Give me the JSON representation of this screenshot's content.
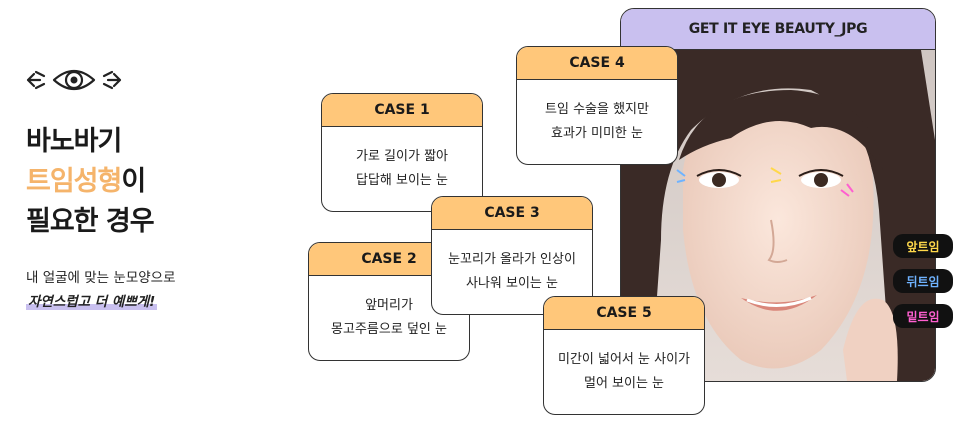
{
  "headline": {
    "line1": "바노바기",
    "line2_accent": "트임성형",
    "line2_rest": "이",
    "line3": "필요한 경우"
  },
  "subtext": {
    "line1": "내 얼굴에 맞는 눈모양으로",
    "line2": "자연스럽고 더 예쁘게!"
  },
  "photo": {
    "title": "GET IT EYE BEAUTY_JPG"
  },
  "cases": [
    {
      "title": "CASE 1",
      "line1": "가로 길이가 짧아",
      "line2": "답답해 보이는 눈"
    },
    {
      "title": "CASE 2",
      "line1": "앞머리가",
      "line2": "몽고주름으로 덮인 눈"
    },
    {
      "title": "CASE 3",
      "line1": "눈꼬리가 올라가 인상이",
      "line2": "사나워 보이는 눈"
    },
    {
      "title": "CASE 4",
      "line1": "트임 수술을 했지만",
      "line2": "효과가 미미한 눈"
    },
    {
      "title": "CASE 5",
      "line1": "미간이 넓어서 눈 사이가",
      "line2": "멀어 보이는 눈"
    }
  ],
  "tags": [
    {
      "label": "앞트임",
      "color": "#ffd84a"
    },
    {
      "label": "뒤트임",
      "color": "#6fb3ff"
    },
    {
      "label": "밑트임",
      "color": "#ff5fd0"
    }
  ]
}
